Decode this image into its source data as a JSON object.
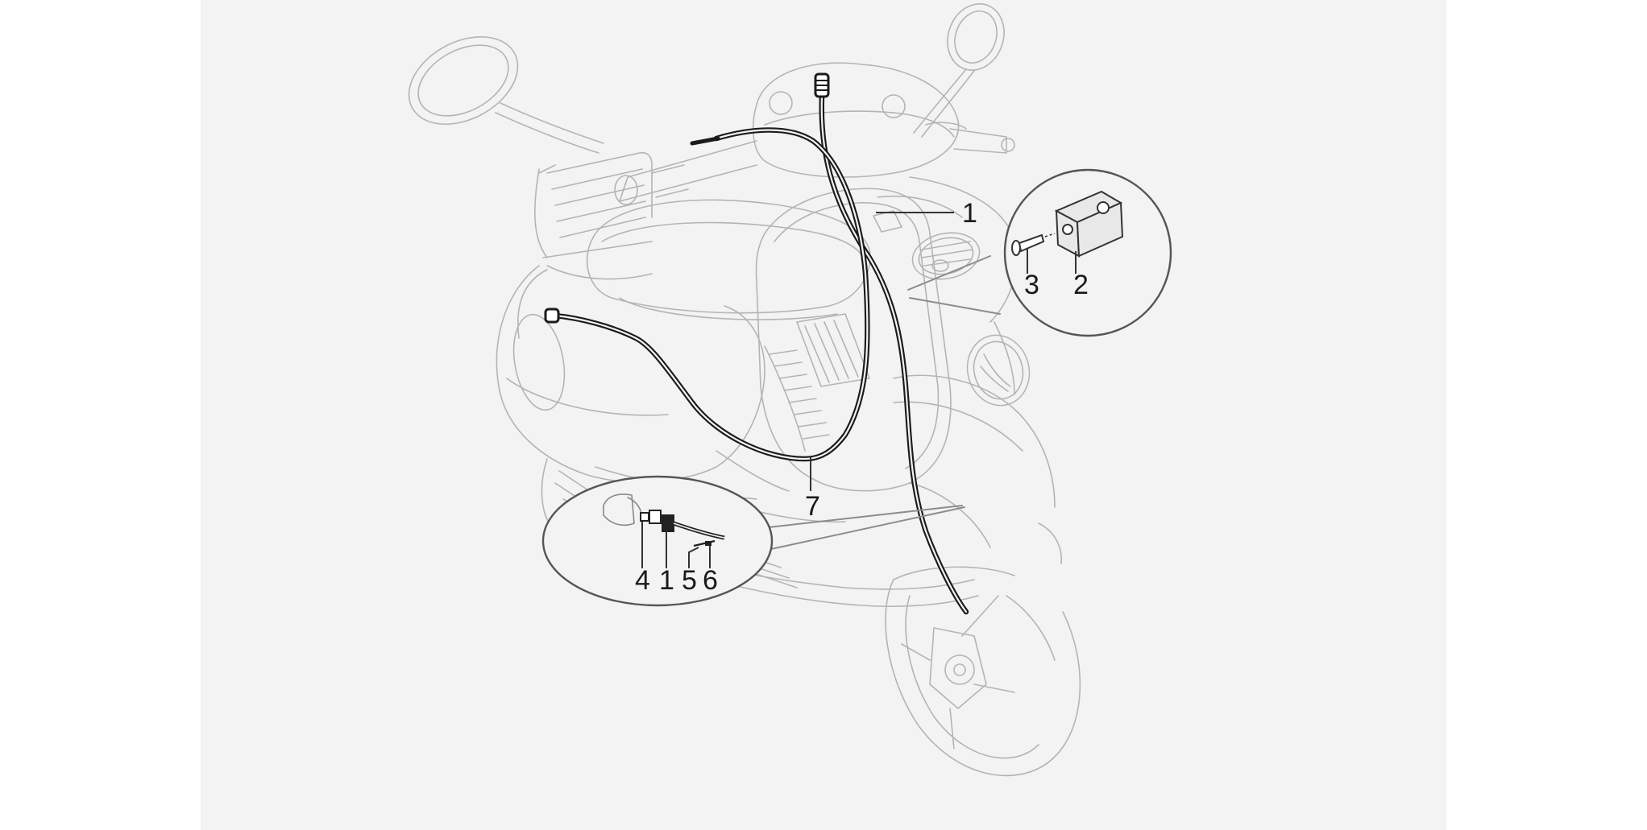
{
  "callouts": {
    "c1_main": "1",
    "c2": "2",
    "c3": "3",
    "c7": "7",
    "c4": "4",
    "c1_inset": "1",
    "c5": "5",
    "c6": "6"
  },
  "colors": {
    "panel": "#f3f3f3",
    "outline": "#b4b4b4",
    "cable": "#1b1b1b",
    "label": "#1a1a1a"
  }
}
